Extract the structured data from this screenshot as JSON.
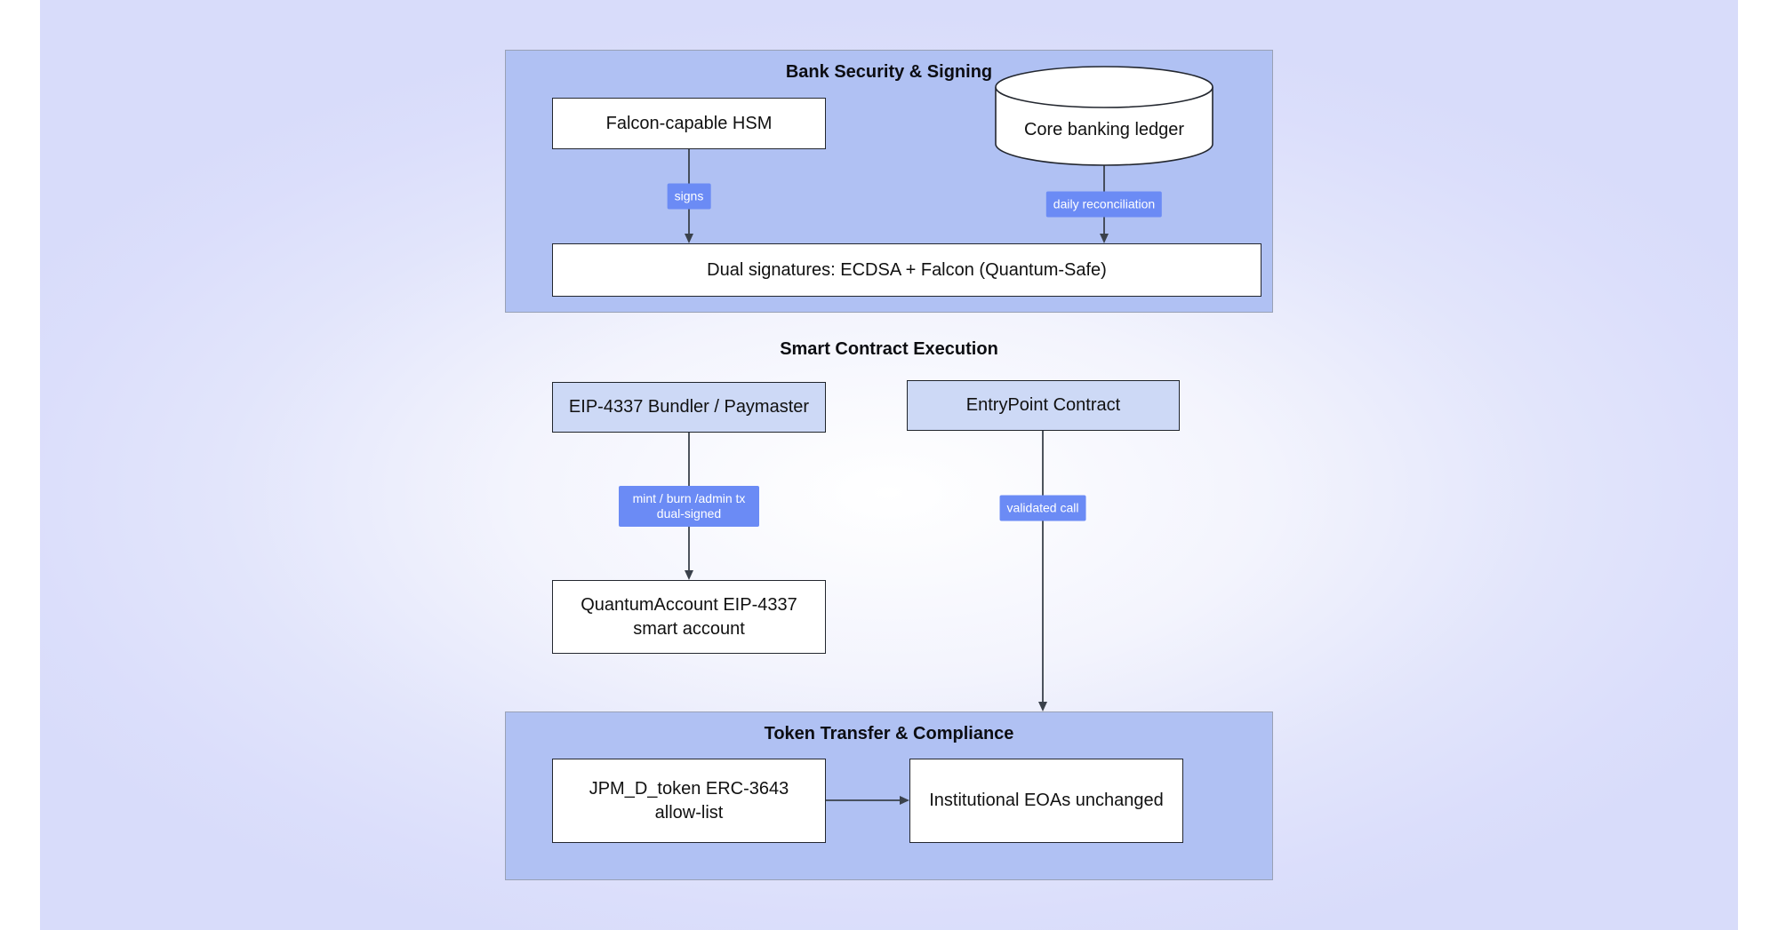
{
  "groups": {
    "bank": {
      "title": "Bank Security & Signing"
    },
    "smart": {
      "title": "Smart Contract Execution"
    },
    "token": {
      "title": "Token Transfer & Compliance"
    }
  },
  "nodes": {
    "hsm": {
      "label": "Falcon-capable HSM"
    },
    "ledger": {
      "label": "Core banking ledger"
    },
    "dual_sig": {
      "label": "Dual signatures: ECDSA + Falcon (Quantum-Safe)"
    },
    "bundler": {
      "label": "EIP-4337 Bundler / Paymaster"
    },
    "entrypoint": {
      "label": "EntryPoint Contract"
    },
    "quantum_account": {
      "label": "QuantumAccount EIP-4337 smart account"
    },
    "jpm_token": {
      "label": "JPM_D_token ERC-3643 allow-list"
    },
    "institutional_eoas": {
      "label": "Institutional EOAs unchanged"
    }
  },
  "edge_labels": {
    "signs": "signs",
    "daily_reconciliation": "daily reconciliation",
    "mint_burn": "mint / burn /admin tx dual-signed",
    "validated_call": "validated call"
  },
  "colors": {
    "group_fill": "#b0c1f3",
    "group_border": "#99a1b5",
    "node_white_fill": "#ffffff",
    "node_blue_fill": "#cdd9f6",
    "node_border": "#23272f",
    "edge_label_bg": "#6b8bf5",
    "edge_label_text": "#ffffff",
    "arrow": "#3a414b",
    "background_edge": "#d8dcfa",
    "background_center": "#ffffff",
    "text": "#111111"
  }
}
